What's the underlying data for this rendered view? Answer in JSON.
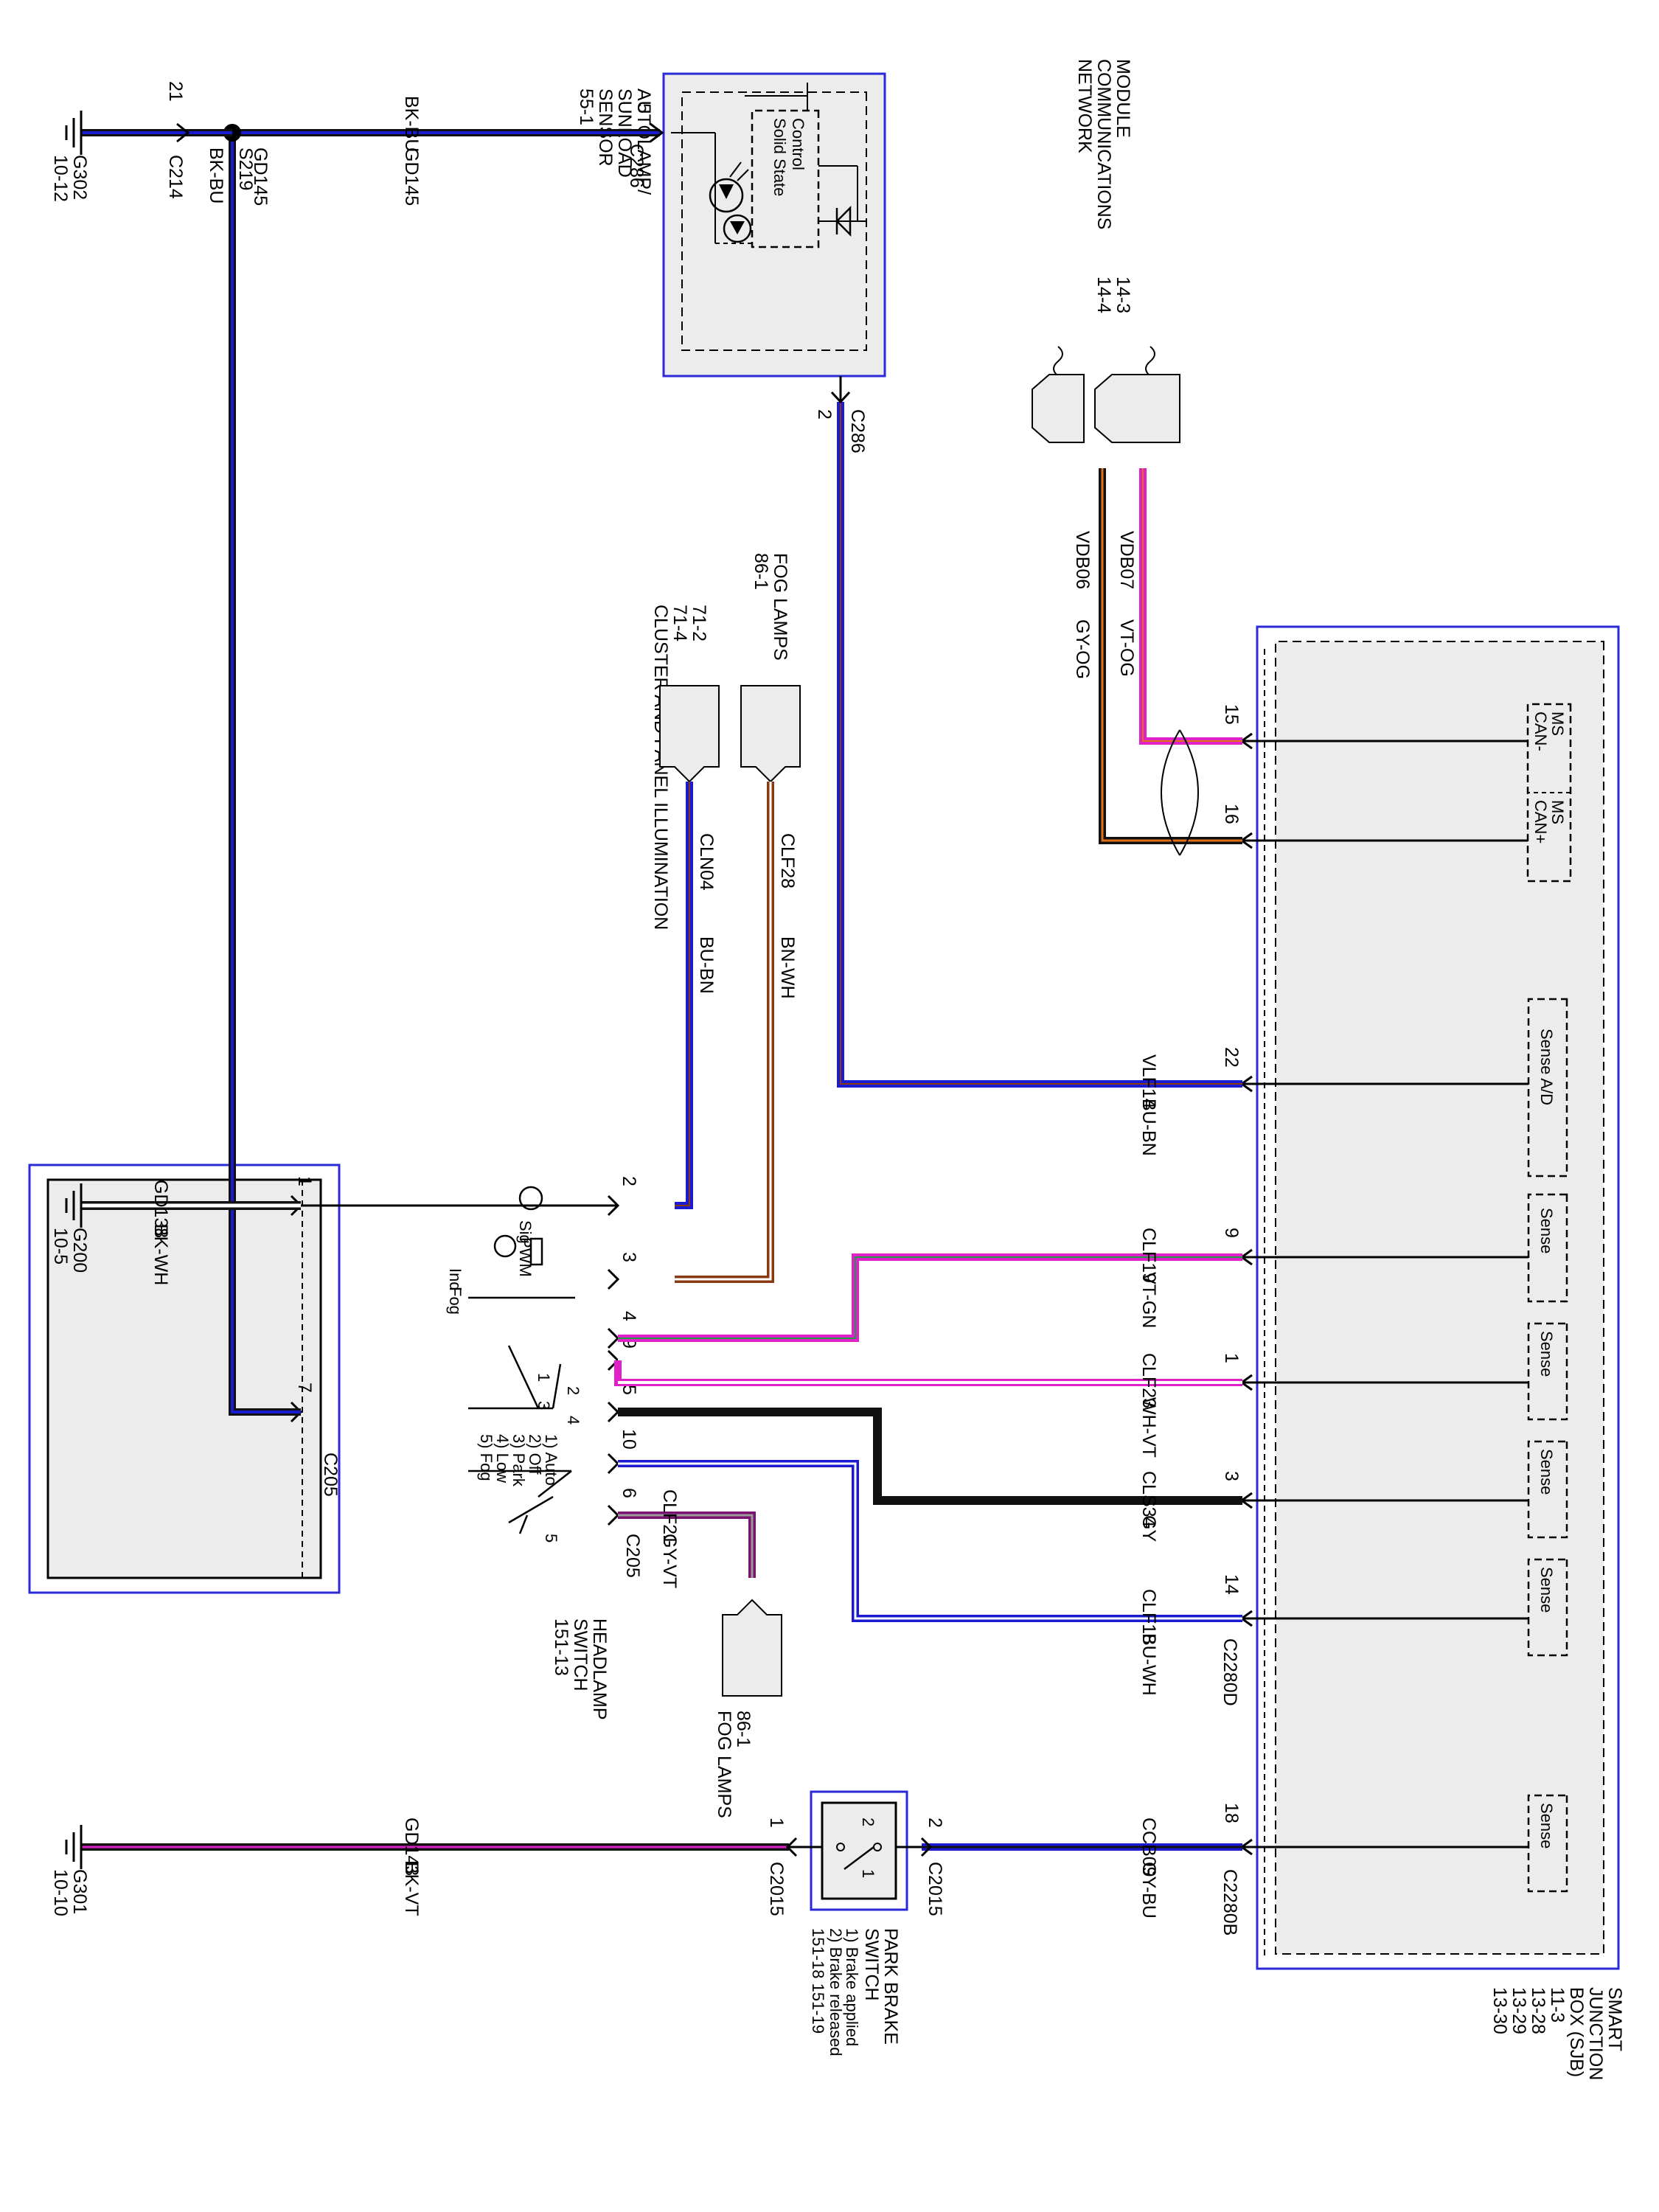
{
  "colors": {
    "BK": "#111111",
    "BU": "#1a1ad0",
    "WH": "#ffffff",
    "VT": "#e020c8",
    "GN": "#1aa040",
    "BN": "#8a3a10",
    "GY": "#9a9a9a",
    "OG": "#e07018",
    "border": "#2a2ad8",
    "fill": "#ececec"
  },
  "wires": [
    {
      "circuit": "GD145",
      "color": "BK-BU"
    },
    {
      "circuit": "GD145",
      "color": "BK-BU"
    },
    {
      "circuit": "VDB06",
      "color": "GY-OG"
    },
    {
      "circuit": "VDB07",
      "color": "VT-OG"
    },
    {
      "circuit": "CLF28",
      "color": "BN-WH"
    },
    {
      "circuit": "CLN04",
      "color": "BU-BN"
    },
    {
      "circuit": "VLF14",
      "color": "BU-BN"
    },
    {
      "circuit": "GD138",
      "color": "BK-WH"
    },
    {
      "circuit": "CLF19",
      "color": "VT-GN"
    },
    {
      "circuit": "CLF23",
      "color": "WH-VT"
    },
    {
      "circuit": "CLS34",
      "color": "GY"
    },
    {
      "circuit": "CLF21",
      "color": "GY-VT"
    },
    {
      "circuit": "CLF18",
      "color": "BU-WH"
    },
    {
      "circuit": "GD143",
      "color": "BK-VT"
    },
    {
      "circuit": "CCB09",
      "color": "GY-BU"
    }
  ],
  "connectors": {
    "c214": "C214",
    "s219": "S219",
    "c286": "C286",
    "c205": "C205",
    "c2280d": "C2280D",
    "c2280b": "C2280B",
    "c2015": "C2015"
  },
  "pins": {
    "c214": "21",
    "c286_5": "5",
    "c286_2": "2",
    "c205_1": "1",
    "c205_2": "2",
    "c205_3": "3",
    "c205_4": "4",
    "c205_9": "9",
    "c205_5": "5",
    "c205_10": "10",
    "c205_6": "6",
    "c205_7": "7",
    "sjb_15": "15",
    "sjb_16": "16",
    "sjb_22": "22",
    "sjb_9": "9",
    "sjb_1": "1",
    "sjb_3": "3",
    "sjb_14": "14",
    "sjb_18": "18",
    "pb_1": "1",
    "pb_2": "2"
  },
  "grounds": [
    {
      "name": "G302",
      "ref": "10-12"
    },
    {
      "name": "G200",
      "ref": "10-5"
    },
    {
      "name": "G301",
      "ref": "10-10"
    }
  ],
  "components": {
    "autolamp": {
      "name": [
        "AUTOLAMP/",
        "SUNLOAD",
        "SENSOR"
      ],
      "ref": "55-1",
      "inner": [
        "Control",
        "Solid State"
      ]
    },
    "mcn": {
      "name": [
        "MODULE",
        "COMMUNICATIONS",
        "NETWORK"
      ],
      "refs": [
        "14-3",
        "14-4"
      ]
    },
    "fog_top": {
      "name": "FOG LAMPS",
      "ref": "86-1"
    },
    "cluster": {
      "name": "CLUSTER AND PANEL ILLUMINATION",
      "refs": [
        "71-2",
        "71-4"
      ]
    },
    "headlamp": {
      "name": [
        "HEADLAMP",
        "SWITCH"
      ],
      "ref": "151-13",
      "sig": [
        "Sig",
        "PWM"
      ],
      "ind": [
        "Ind",
        "Fog"
      ],
      "positions": [
        "1) Auto",
        "2) Off",
        "3) Park",
        "4) Low",
        "5) Fog"
      ],
      "contacts": [
        "1",
        "2",
        "3",
        "4",
        "5"
      ]
    },
    "fog_bottom": {
      "ref": "86-1",
      "name": "FOG LAMPS"
    },
    "parkbrake": {
      "name": [
        "PARK BRAKE",
        "SWITCH"
      ],
      "states": [
        "1) Brake applied",
        "2) Brake released"
      ],
      "refs": "151-18  151-19",
      "contacts": [
        "2",
        "1"
      ]
    },
    "sjb": {
      "name": [
        "SMART",
        "JUNCTION",
        "BOX (SJB)"
      ],
      "refs": [
        "11-3",
        "13-28",
        "13-29",
        "13-30"
      ],
      "ms_can_minus": [
        "MS",
        "CAN-"
      ],
      "ms_can_plus": [
        "MS",
        "CAN+"
      ],
      "sense_ad": "Sense A/D",
      "sense": "Sense"
    }
  }
}
